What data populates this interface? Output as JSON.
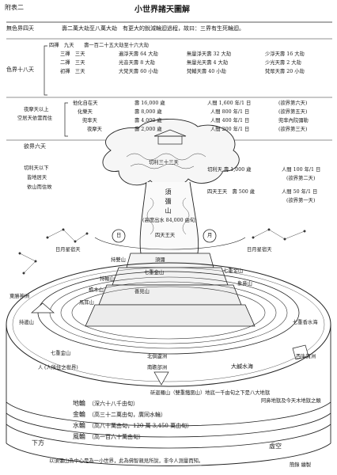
{
  "header": {
    "appendix": "附表二",
    "title": "小世界諸天圖解"
  },
  "formless": {
    "label": "無色界四天",
    "text": "壽二萬大劫至八萬大劫　有更大的銳減輪迴過程，故曰：三界有生死輪迴。"
  },
  "form_realm": {
    "label": "色界十八天",
    "row0": "四禪　九天　　壽一百二十五大劫至十六大劫",
    "row1": [
      "三禪　三天",
      "遍淨天壽 64 大劫",
      "無量淨天壽 32 大劫",
      "少淨天壽 16 大劫"
    ],
    "row2": [
      "二禪　三天",
      "光音天壽 8 大劫",
      "無量光天壽 4 大劫",
      "少光天壽 2 大劫"
    ],
    "row3": [
      "初禪　三天",
      "大梵天壽 60 小劫",
      "梵輔天壽 40 小劫",
      "梵眾天壽 20 小劫"
    ]
  },
  "desire_upper": {
    "side": [
      "夜摩天以上",
      "空居天依雲而住"
    ],
    "rows": [
      {
        "name": "他化自在天",
        "life": "壽 16,000 歲",
        "day": "人間 1,600 年/1 日",
        "note": "(欲界第六天)"
      },
      {
        "name": "化樂天",
        "life": "壽 8,000 歲",
        "day": "人間 800 年/1 日",
        "note": "(欲界第五天)"
      },
      {
        "name": "兜率天",
        "life": "壽 4,000 歲",
        "day": "人間 400 年/1 日",
        "note": "兜率內院彌勒"
      },
      {
        "name": "夜摩天",
        "life": "壽 2,000 歲",
        "day": "人間 200 年/1 日",
        "note": "(欲界第三天)"
      }
    ]
  },
  "desire_six": {
    "label": "欲界六天",
    "lines": [
      "切利天以下",
      "皆地居天",
      "依山而住故"
    ]
  },
  "trayastrimsa": {
    "name": "切利三十三天",
    "life": "切利天 壽 1,000 歲",
    "day": "人間 100 年/1 日",
    "note": "(欲界第二天)"
  },
  "four_kings": {
    "life": "四天王天　壽 500 歲",
    "day": "人間 50 年/1 日",
    "note": "(欲界第一天)"
  },
  "mount_meru": {
    "vertical": "須彌山",
    "height": "(高度出水 84,000 由旬)",
    "kings": "四天王天",
    "sun": "日",
    "moon": "月",
    "stars": "日月星宿天",
    "stars2": "日月星宿天"
  },
  "mountain_labels": {
    "chishuang": "持雙山",
    "zhizhou": "持軸山",
    "yanmu": "檐木山",
    "shanjian": "善見山",
    "ma_er": "馬耳山",
    "xiangbi": "象鼻山",
    "chibian": "持邊山",
    "qijin": "七重金山",
    "qijin2": "七重金山",
    "qijin3": "七重金山",
    "xiangshui": "七重香水海",
    "dongsheng": "東勝神洲",
    "xiniu": "西牛賀洲",
    "nanzhan": "南瞻部洲",
    "beiju": "北俱盧洲",
    "human": "人",
    "human_note": "(人所住之世界)",
    "ocean": "大鹹水海",
    "iron_ring": "斫迦羅山（雙重鐵圍山）地底一千由旬之下是八大地獄",
    "iron_ring2": "阿鼻地獄及今天木地獄之類",
    "xumi_side": "須彌"
  },
  "layers": [
    {
      "name": "地輪",
      "desc": "（深六十八千由旬）"
    },
    {
      "name": "金輪",
      "desc": "（高三十二萬由旬，廣同水輪）"
    },
    {
      "name": "水輪",
      "desc": "（高八十萬由旬，120 萬 3,450 萬由旬）"
    },
    {
      "name": "風輪",
      "desc": "（高一百六十萬由旬）"
    }
  ],
  "footer": {
    "bottom_left": "下方",
    "void": "虛空",
    "caption": "以須彌山為中心是為一小世界，此為佛智親見所說，非今人測量而知。",
    "credit": "簡錄 繪製"
  }
}
